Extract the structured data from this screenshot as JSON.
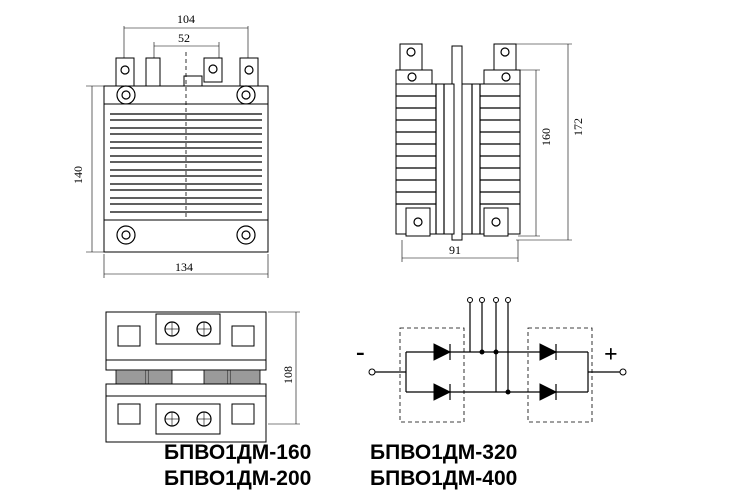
{
  "dimensions": {
    "d104": "104",
    "d52": "52",
    "d140": "140",
    "d134": "134",
    "d160": "160",
    "d172": "172",
    "d91": "91",
    "d108": "108"
  },
  "polarity": {
    "minus": "-",
    "plus": "+"
  },
  "models": [
    "БПВО1ДМ-160",
    "БПВО1ДМ-200",
    "БПВО1ДМ-320",
    "БПВО1ДМ-400"
  ]
}
